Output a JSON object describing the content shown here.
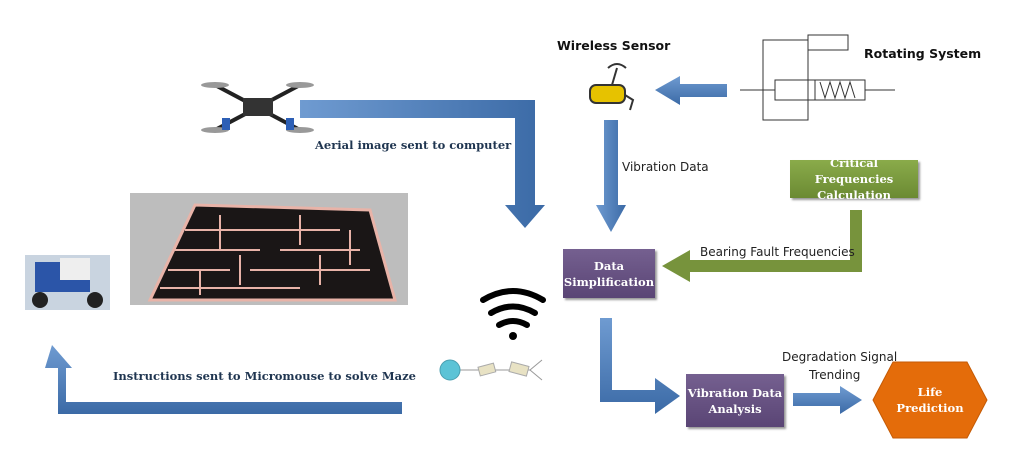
{
  "labels": {
    "aerial": "Aerial image sent to computer",
    "instructions": "Instructions sent to Micromouse to solve Maze",
    "wireless_sensor": "Wireless Sensor",
    "rotating_system": "Rotating System",
    "vibration_data": "Vibration Data",
    "bearing_fault": "Bearing Fault Frequencies",
    "degradation_1": "Degradation Signal",
    "degradation_2": "Trending"
  },
  "boxes": {
    "critical": [
      "Critical Frequencies",
      "Calculation"
    ],
    "simplification": [
      "Data",
      "Simplification"
    ],
    "analysis": [
      "Vibration Data",
      "Analysis"
    ],
    "life": [
      "Life",
      "Prediction"
    ]
  },
  "colors": {
    "arrow_blue": "#4a7ab5",
    "green": "#77933c",
    "purple": "#604a7b",
    "orange": "#e46c0a"
  }
}
